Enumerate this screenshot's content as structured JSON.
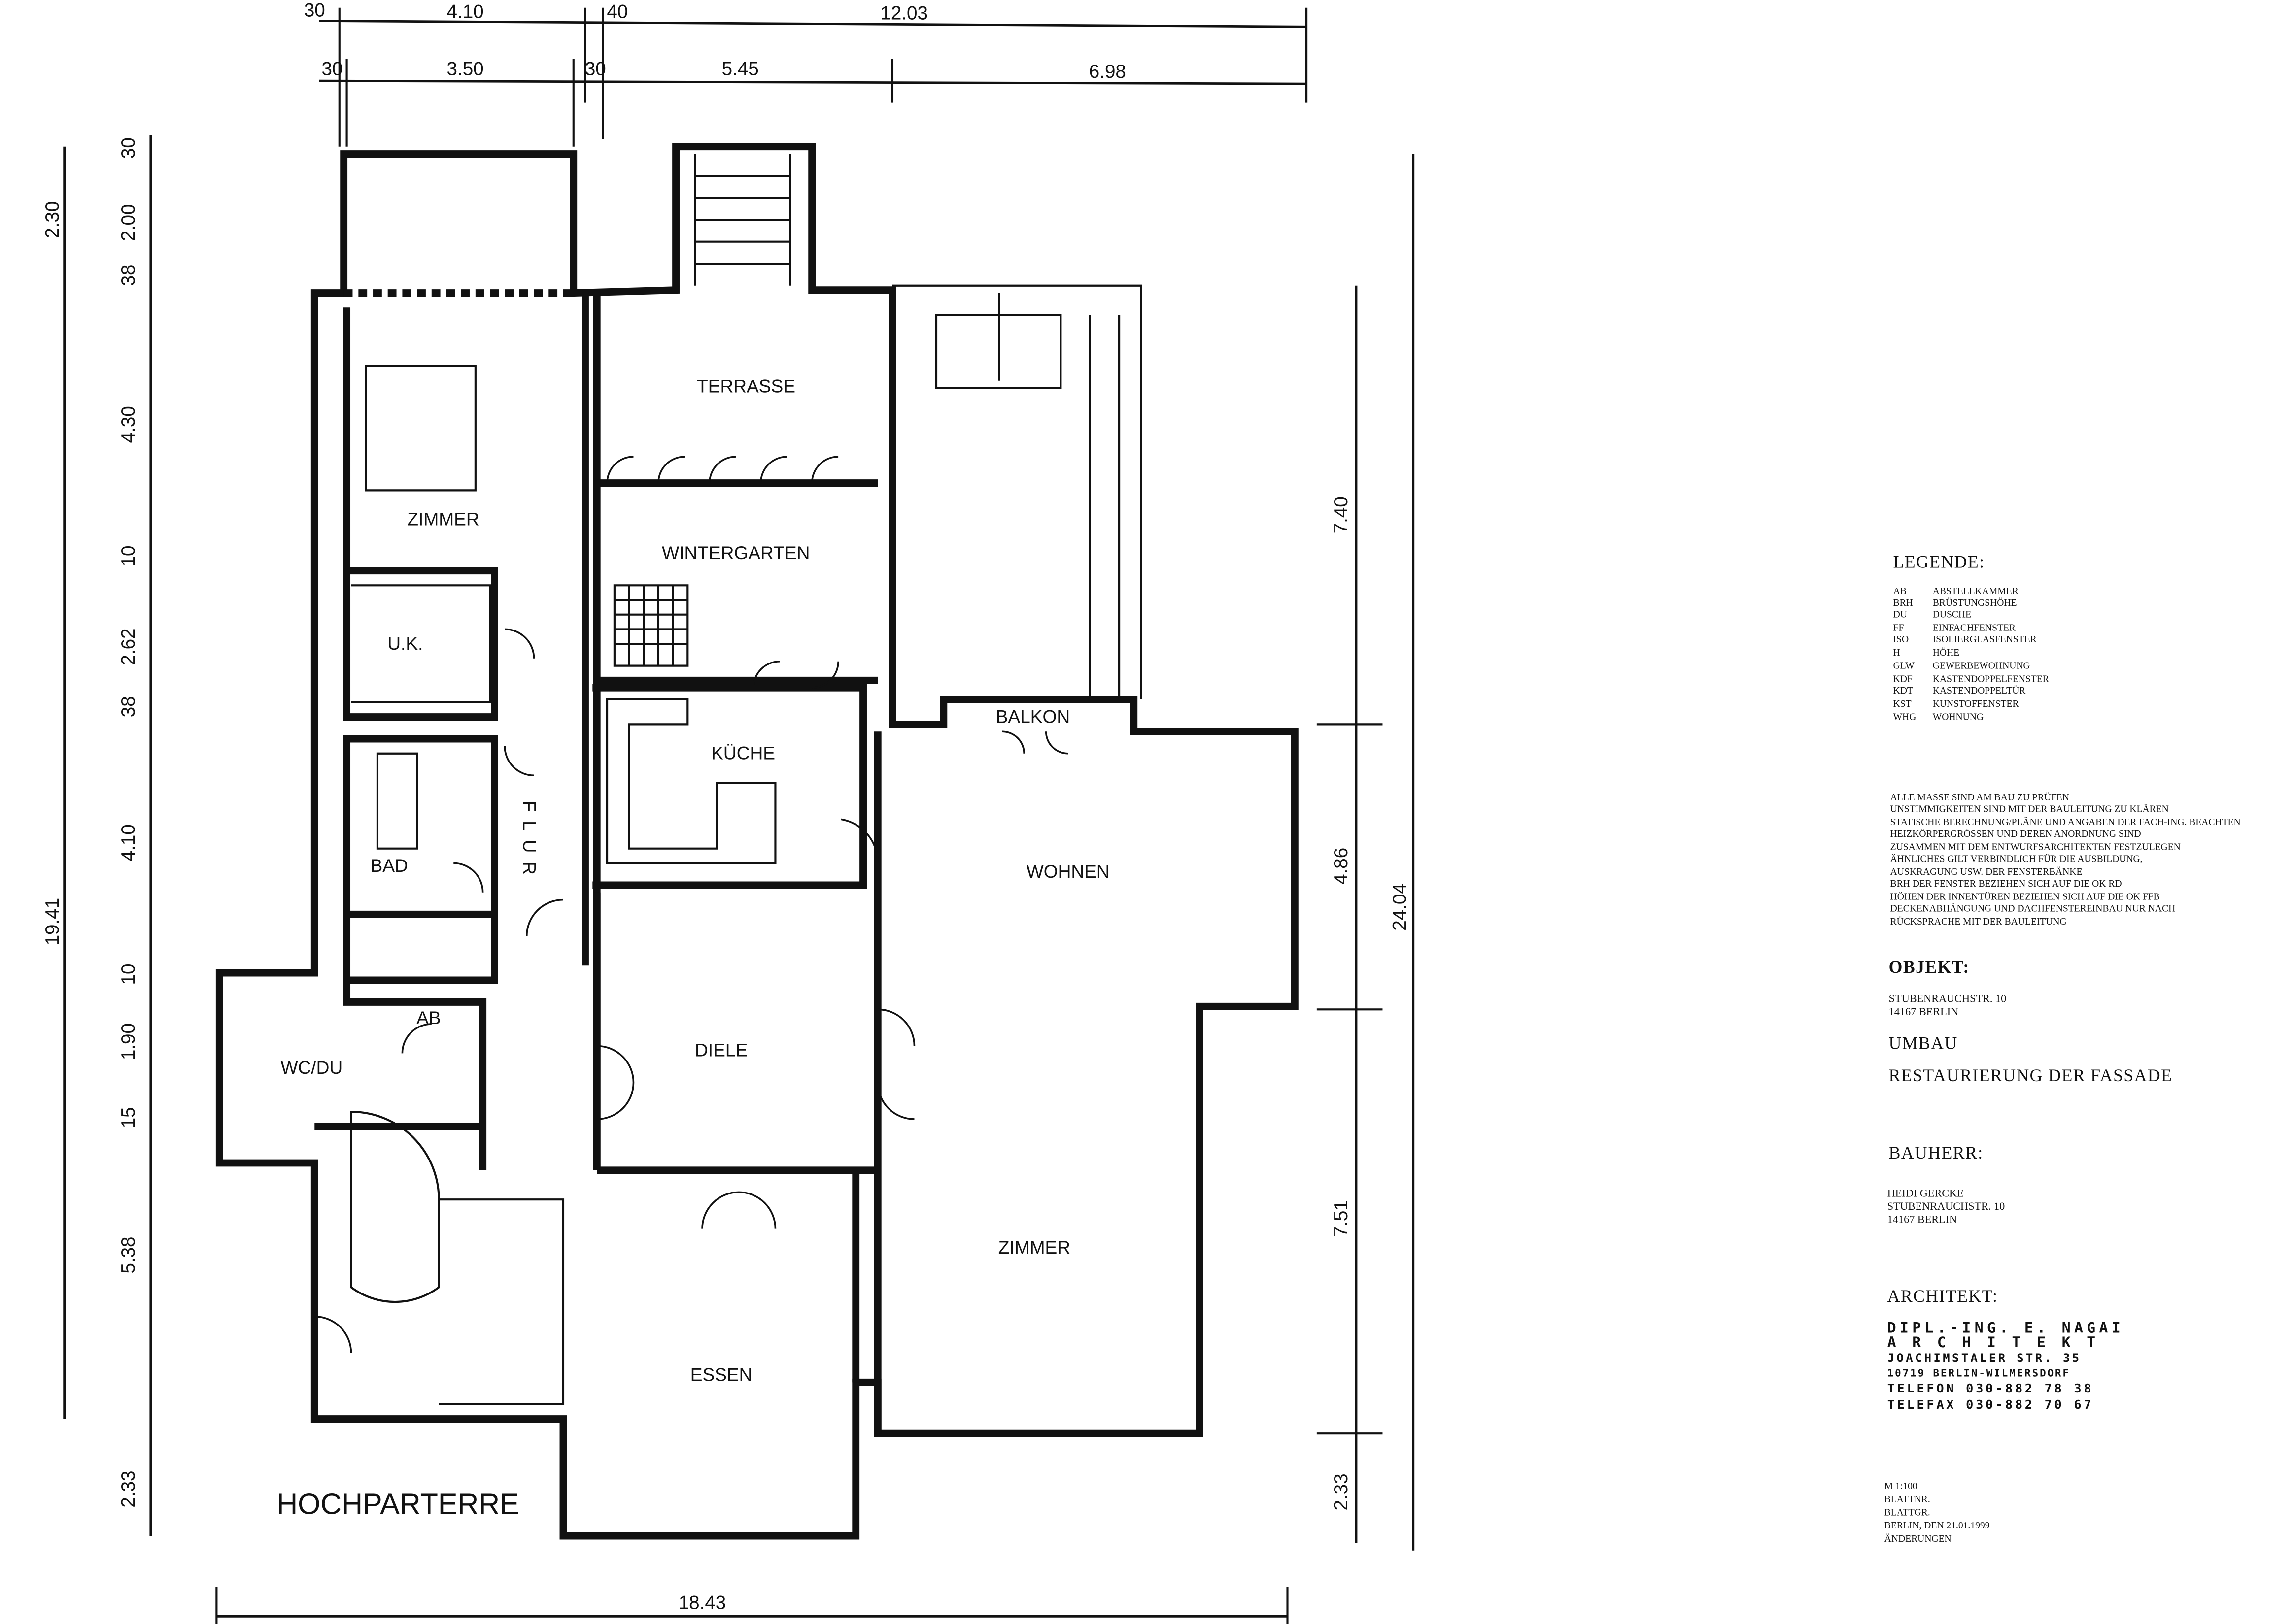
{
  "plan": {
    "title": "HOCHPARTERRE",
    "rooms": {
      "terrasse": "TERRASSE",
      "zimmer_1": "ZIMMER",
      "wintergarten": "WINTERGARTEN",
      "uk": "U.K.",
      "kueche": "KÜCHE",
      "balkon": "BALKON",
      "wohnen": "WOHNEN",
      "flur": "FLUR",
      "bad": "BAD",
      "ab": "AB",
      "wc_du": "WC/DU",
      "diele": "DIELE",
      "zimmer_2": "ZIMMER",
      "essen": "ESSEN"
    },
    "dimensions": {
      "top_row1": [
        "30",
        "4.10",
        "40",
        "12.03"
      ],
      "top_row2": [
        "30",
        "3.50",
        "30",
        "5.45",
        "6.98"
      ],
      "left_inner": [
        "30",
        "2.00",
        "38",
        "4.30",
        "10",
        "2.62",
        "38",
        "4.10",
        "10",
        "1.90",
        "15",
        "5.38",
        "2.33"
      ],
      "left_outer": [
        "2.30",
        "19.41"
      ],
      "right_inner": [
        "7.40",
        "4.86",
        "7.51",
        "2.33"
      ],
      "right_outer": "24.04",
      "bottom": "18.43"
    }
  },
  "title_block": {
    "legend_heading": "LEGENDE:",
    "legend": [
      {
        "abbr": "AB",
        "text": "ABSTELLKAMMER"
      },
      {
        "abbr": "BRH",
        "text": "BRÜSTUNGSHÖHE"
      },
      {
        "abbr": "DU",
        "text": "DUSCHE"
      },
      {
        "abbr": "FF",
        "text": "EINFACHFENSTER"
      },
      {
        "abbr": "ISO",
        "text": "ISOLIERGLASFENSTER"
      },
      {
        "abbr": "H",
        "text": "HÖHE"
      },
      {
        "abbr": "GLW",
        "text": "GEWERBEWOHNUNG"
      },
      {
        "abbr": "KDF",
        "text": "KASTENDOPPELFENSTER"
      },
      {
        "abbr": "KDT",
        "text": "KASTENDOPPELTÜR"
      },
      {
        "abbr": "KST",
        "text": "KUNSTOFFENSTER"
      },
      {
        "abbr": "WHG",
        "text": "WOHNUNG"
      }
    ],
    "notes": [
      "ALLE MASSE SIND AM BAU ZU PRÜFEN",
      "UNSTIMMIGKEITEN SIND MIT DER BAULEITUNG ZU KLÄREN",
      "STATISCHE BERECHNUNG/PLÄNE UND ANGABEN DER FACH-ING. BEACHTEN",
      "HEIZKÖRPERGRÖSSEN UND DEREN ANORDNUNG SIND",
      "ZUSAMMEN MIT DEM ENTWURFSARCHITEKTEN FESTZULEGEN",
      "ÄHNLICHES GILT VERBINDLICH FÜR DIE AUSBILDUNG,",
      "AUSKRAGUNG USW. DER FENSTERBÄNKE",
      "BRH DER FENSTER BEZIEHEN SICH AUF DIE OK RD",
      "HÖHEN DER INNENTÜREN BEZIEHEN SICH AUF DIE OK FFB",
      "DECKENABHÄNGUNG UND DACHFENSTEREINBAU NUR NACH",
      "RÜCKSPRACHE MIT DER BAULEITUNG"
    ],
    "objekt_heading": "OBJEKT:",
    "objekt_address": [
      "STUBENRAUCHSTR. 10",
      "14167 BERLIN"
    ],
    "umbau": "UMBAU",
    "project": "RESTAURIERUNG DER FASSADE",
    "bauherr_heading": "BAUHERR:",
    "bauherr": [
      "HEIDI GERCKE",
      "STUBENRAUCHSTR. 10",
      "14167 BERLIN"
    ],
    "architekt_heading": "ARCHITEKT:",
    "stamp": [
      "DIPL.-ING. E. NAGAI",
      "A R C H I T E K T",
      "JOACHIMSTALER STR. 35",
      "10719 BERLIN-WILMERSDORF",
      "TELEFON 030-882 78 38",
      "TELEFAX 030-882 70 67"
    ],
    "footer": [
      "M 1:100",
      "BLATTNR.",
      "BLATTGR.",
      "BERLIN, DEN 21.01.1999",
      "ÄNDERUNGEN"
    ]
  }
}
